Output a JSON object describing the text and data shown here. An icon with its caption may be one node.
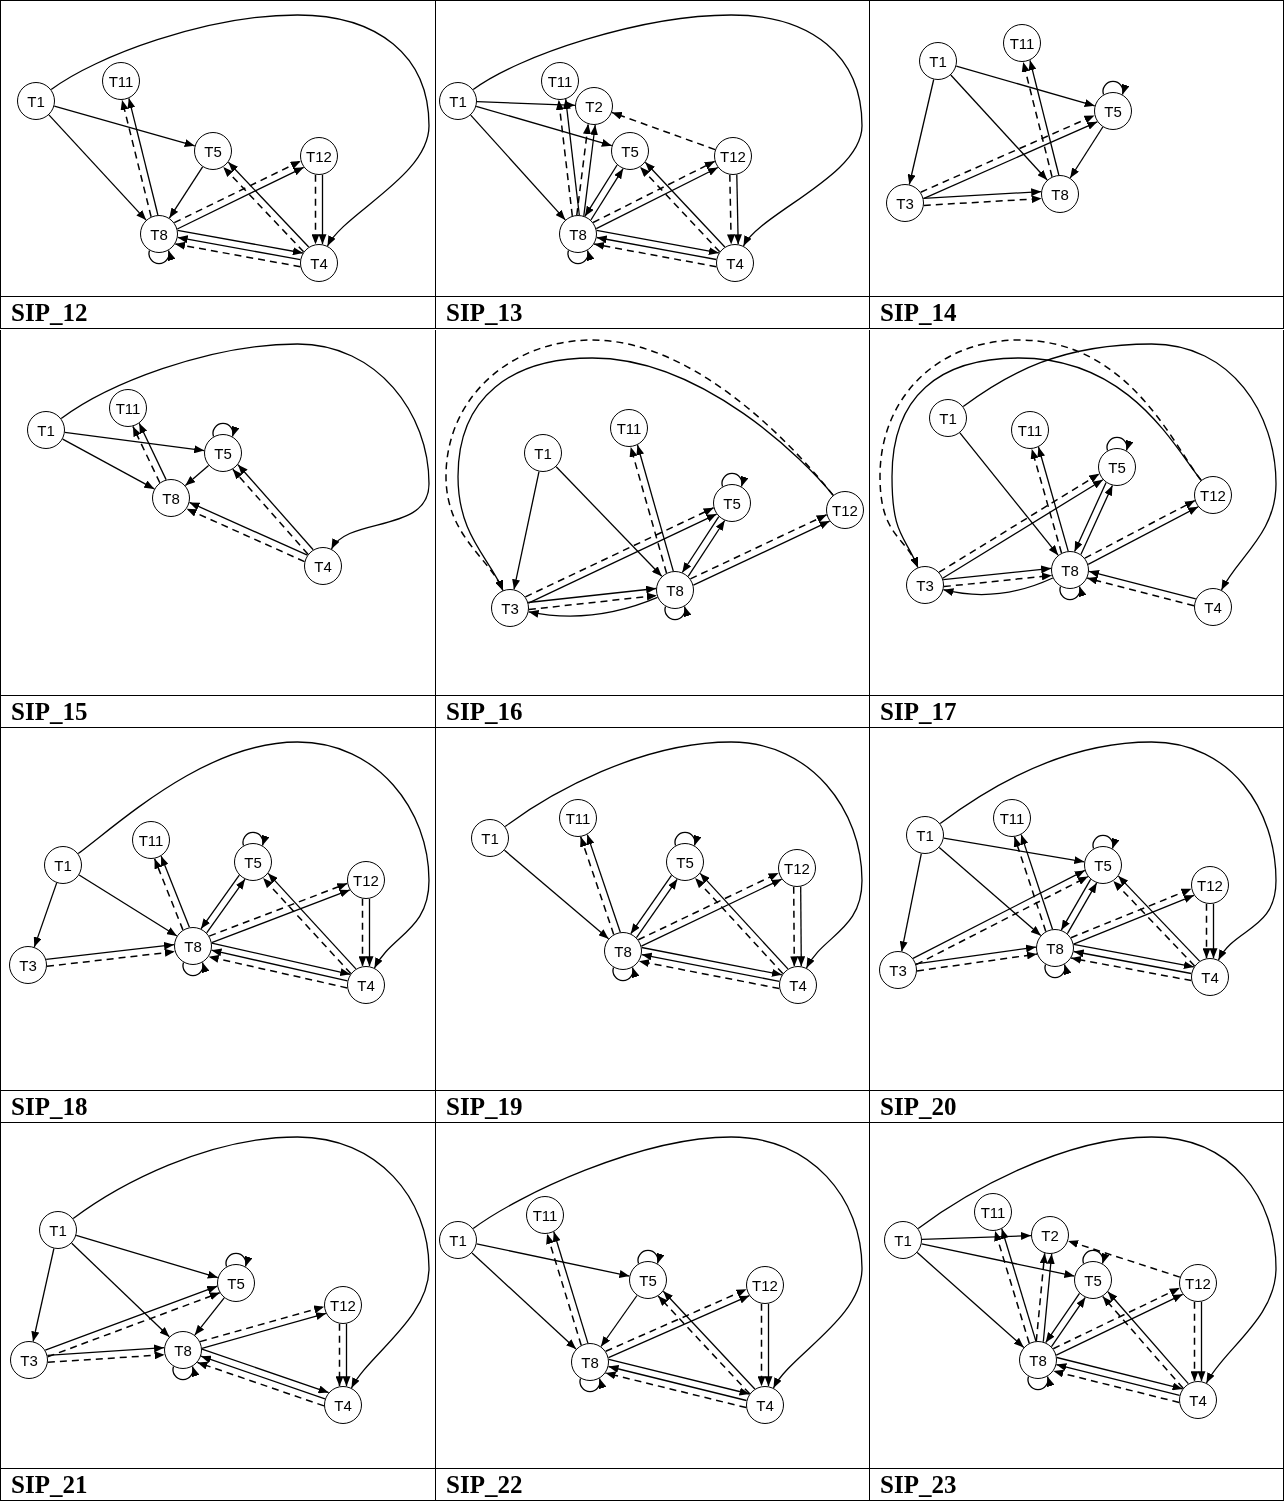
{
  "diagram": {
    "nodes": [
      {
        "text": [
          "SIP_12"
        ]
      },
      {
        "text": [
          "T1"
        ],
        "in": 0
      },
      {
        "text": [
          "T11"
        ],
        "in": 0
      },
      {
        "text": [
          "T5"
        ],
        "in": 0
      },
      {
        "text": [
          "T12"
        ],
        "in": 0
      },
      {
        "text": [
          "T8"
        ],
        "in": 0
      },
      {
        "text": [
          "T4"
        ],
        "in": 0
      },
      {
        "text": [
          "SIP_13"
        ]
      },
      {
        "text": [
          "T1"
        ],
        "in": 7
      },
      {
        "text": [
          "T11"
        ],
        "in": 7
      },
      {
        "text": [
          "T2"
        ],
        "in": 7
      },
      {
        "text": [
          "T5"
        ],
        "in": 7
      },
      {
        "text": [
          "T12"
        ],
        "in": 7
      },
      {
        "text": [
          "T8"
        ],
        "in": 7
      },
      {
        "text": [
          "T4"
        ],
        "in": 7
      },
      {
        "text": [
          "SIP_14"
        ]
      },
      {
        "text": [
          "T1"
        ],
        "in": 15
      },
      {
        "text": [
          "T11"
        ],
        "in": 15
      },
      {
        "text": [
          "T5"
        ],
        "in": 15
      },
      {
        "text": [
          "T3"
        ],
        "in": 15
      },
      {
        "text": [
          "T8"
        ],
        "in": 15
      },
      {
        "text": [
          "SIP_15"
        ]
      },
      {
        "text": [
          "T1"
        ],
        "in": 21
      },
      {
        "text": [
          "T11"
        ],
        "in": 21
      },
      {
        "text": [
          "T5"
        ],
        "in": 21
      },
      {
        "text": [
          "T8"
        ],
        "in": 21
      },
      {
        "text": [
          "T4"
        ],
        "in": 21
      },
      {
        "text": [
          "SIP_16"
        ]
      },
      {
        "text": [
          "T1"
        ],
        "in": 27
      },
      {
        "text": [
          "T11"
        ],
        "in": 27
      },
      {
        "text": [
          "T5"
        ],
        "in": 27
      },
      {
        "text": [
          "T12"
        ],
        "in": 27
      },
      {
        "text": [
          "T3"
        ],
        "in": 27
      },
      {
        "text": [
          "T8"
        ],
        "in": 27
      },
      {
        "text": [
          "SIP_17"
        ]
      },
      {
        "text": [
          "T1"
        ],
        "in": 34
      },
      {
        "text": [
          "T11"
        ],
        "in": 34
      },
      {
        "text": [
          "T5"
        ],
        "in": 34
      },
      {
        "text": [
          "T12"
        ],
        "in": 34
      },
      {
        "text": [
          "T3"
        ],
        "in": 34
      },
      {
        "text": [
          "T8"
        ],
        "in": 34
      },
      {
        "text": [
          "T4"
        ],
        "in": 34
      },
      {
        "text": [
          "SIP_18"
        ]
      },
      {
        "text": [
          "T1"
        ],
        "in": 42
      },
      {
        "text": [
          "T11"
        ],
        "in": 42
      },
      {
        "text": [
          "T5"
        ],
        "in": 42
      },
      {
        "text": [
          "T12"
        ],
        "in": 42
      },
      {
        "text": [
          "T3"
        ],
        "in": 42
      },
      {
        "text": [
          "T8"
        ],
        "in": 42
      },
      {
        "text": [
          "T4"
        ],
        "in": 42
      },
      {
        "text": [
          "SIP_19"
        ]
      },
      {
        "text": [
          "T1"
        ],
        "in": 50
      },
      {
        "text": [
          "T11"
        ],
        "in": 50
      },
      {
        "text": [
          "T5"
        ],
        "in": 50
      },
      {
        "text": [
          "T12"
        ],
        "in": 50
      },
      {
        "text": [
          "T8"
        ],
        "in": 50
      },
      {
        "text": [
          "T4"
        ],
        "in": 50
      },
      {
        "text": [
          "SIP_20"
        ]
      },
      {
        "text": [
          "T1"
        ],
        "in": 57
      },
      {
        "text": [
          "T11"
        ],
        "in": 57
      },
      {
        "text": [
          "T5"
        ],
        "in": 57
      },
      {
        "text": [
          "T12"
        ],
        "in": 57
      },
      {
        "text": [
          "T3"
        ],
        "in": 57
      },
      {
        "text": [
          "T8"
        ],
        "in": 57
      },
      {
        "text": [
          "T4"
        ],
        "in": 57
      },
      {
        "text": [
          "SIP_21"
        ]
      },
      {
        "text": [
          "T1"
        ],
        "in": 65
      },
      {
        "text": [
          "T5"
        ],
        "in": 65
      },
      {
        "text": [
          "T12"
        ],
        "in": 65
      },
      {
        "text": [
          "T3"
        ],
        "in": 65
      },
      {
        "text": [
          "T8"
        ],
        "in": 65
      },
      {
        "text": [
          "T4"
        ],
        "in": 65
      },
      {
        "text": [
          "SIP_22"
        ]
      },
      {
        "text": [
          "T1"
        ],
        "in": 72
      },
      {
        "text": [
          "T11"
        ],
        "in": 72
      },
      {
        "text": [
          "T5"
        ],
        "in": 72
      },
      {
        "text": [
          "T12"
        ],
        "in": 72
      },
      {
        "text": [
          "T8"
        ],
        "in": 72
      },
      {
        "text": [
          "T4"
        ],
        "in": 72
      },
      {
        "text": [
          "SIP_23"
        ]
      },
      {
        "text": [
          "T1"
        ],
        "in": 79
      },
      {
        "text": [
          "T11"
        ],
        "in": 79
      },
      {
        "text": [
          "T2"
        ],
        "in": 79
      },
      {
        "text": [
          "T5"
        ],
        "in": 79
      },
      {
        "text": [
          "T12"
        ],
        "in": 79
      },
      {
        "text": [
          "T8"
        ],
        "in": 79
      },
      {
        "text": [
          "T4"
        ],
        "in": 79
      }
    ],
    "edges": [
      {
        "from": 1,
        "to": 6,
        "arrow": "to"
      },
      {
        "from": 1,
        "to": 3,
        "arrow": "to"
      },
      {
        "from": 1,
        "to": 5,
        "arrow": "to"
      },
      {
        "from": 5,
        "to": 2,
        "arrow": "to"
      },
      {
        "from": 5,
        "to": 2,
        "arrow": "to",
        "style": "dashed"
      },
      {
        "from": 3,
        "to": 5,
        "arrow": "to"
      },
      {
        "from": 5,
        "to": 4,
        "arrow": "to"
      },
      {
        "from": 5,
        "to": 4,
        "arrow": "to",
        "style": "dashed"
      },
      {
        "from": 4,
        "to": 6,
        "arrow": "to"
      },
      {
        "from": 4,
        "to": 6,
        "arrow": "to",
        "style": "dashed"
      },
      {
        "from": 6,
        "to": 3,
        "arrow": "to"
      },
      {
        "from": 6,
        "to": 3,
        "arrow": "to",
        "style": "dashed"
      },
      {
        "from": 5,
        "to": 6,
        "arrow": "to"
      },
      {
        "from": 6,
        "to": 5,
        "arrow": "to"
      },
      {
        "from": 6,
        "to": 5,
        "arrow": "to",
        "style": "dashed"
      },
      {
        "from": 5,
        "to": 5,
        "arrow": "to"
      },
      {
        "from": 8,
        "to": 14,
        "arrow": "to"
      },
      {
        "from": 8,
        "to": 10,
        "arrow": "to"
      },
      {
        "from": 8,
        "to": 11,
        "arrow": "to"
      },
      {
        "from": 8,
        "to": 13,
        "arrow": "to"
      },
      {
        "from": 13,
        "to": 9,
        "arrow": "to"
      },
      {
        "from": 13,
        "to": 9,
        "arrow": "to",
        "style": "dashed"
      },
      {
        "from": 13,
        "to": 10,
        "arrow": "to"
      },
      {
        "from": 13,
        "to": 10,
        "arrow": "to",
        "style": "dashed"
      },
      {
        "from": 12,
        "to": 10,
        "arrow": "to",
        "style": "dashed"
      },
      {
        "from": 13,
        "to": 11,
        "arrow": "to"
      },
      {
        "from": 11,
        "to": 13,
        "arrow": "to"
      },
      {
        "from": 13,
        "to": 12,
        "arrow": "to"
      },
      {
        "from": 13,
        "to": 12,
        "arrow": "to",
        "style": "dashed"
      },
      {
        "from": 12,
        "to": 14,
        "arrow": "to"
      },
      {
        "from": 12,
        "to": 14,
        "arrow": "to",
        "style": "dashed"
      },
      {
        "from": 14,
        "to": 11,
        "arrow": "to"
      },
      {
        "from": 14,
        "to": 11,
        "arrow": "to",
        "style": "dashed"
      },
      {
        "from": 13,
        "to": 14,
        "arrow": "to"
      },
      {
        "from": 14,
        "to": 13,
        "arrow": "to"
      },
      {
        "from": 14,
        "to": 13,
        "arrow": "to",
        "style": "dashed"
      },
      {
        "from": 13,
        "to": 13,
        "arrow": "to"
      },
      {
        "from": 16,
        "to": 19,
        "arrow": "to"
      },
      {
        "from": 16,
        "to": 18,
        "arrow": "to"
      },
      {
        "from": 16,
        "to": 20,
        "arrow": "to"
      },
      {
        "from": 20,
        "to": 17,
        "arrow": "to"
      },
      {
        "from": 20,
        "to": 17,
        "arrow": "to",
        "style": "dashed"
      },
      {
        "from": 18,
        "to": 18,
        "arrow": "to"
      },
      {
        "from": 18,
        "to": 20,
        "arrow": "to"
      },
      {
        "from": 19,
        "to": 18,
        "arrow": "to"
      },
      {
        "from": 19,
        "to": 18,
        "arrow": "to",
        "style": "dashed"
      },
      {
        "from": 19,
        "to": 20,
        "arrow": "to"
      },
      {
        "from": 19,
        "to": 20,
        "arrow": "to",
        "style": "dashed"
      },
      {
        "from": 22,
        "to": 26,
        "arrow": "to"
      },
      {
        "from": 22,
        "to": 24,
        "arrow": "to"
      },
      {
        "from": 22,
        "to": 25,
        "arrow": "to"
      },
      {
        "from": 25,
        "to": 23,
        "arrow": "to"
      },
      {
        "from": 25,
        "to": 23,
        "arrow": "to",
        "style": "dashed"
      },
      {
        "from": 24,
        "to": 24,
        "arrow": "to"
      },
      {
        "from": 24,
        "to": 25,
        "arrow": "to"
      },
      {
        "from": 26,
        "to": 24,
        "arrow": "to"
      },
      {
        "from": 26,
        "to": 24,
        "arrow": "to",
        "style": "dashed"
      },
      {
        "from": 26,
        "to": 25,
        "arrow": "to"
      },
      {
        "from": 26,
        "to": 25,
        "arrow": "to",
        "style": "dashed"
      },
      {
        "from": 31,
        "to": 32,
        "arrow": "to"
      },
      {
        "from": 31,
        "to": 32,
        "arrow": "to",
        "style": "dashed"
      },
      {
        "from": 28,
        "to": 32,
        "arrow": "to"
      },
      {
        "from": 28,
        "to": 33,
        "arrow": "to"
      },
      {
        "from": 33,
        "to": 29,
        "arrow": "to"
      },
      {
        "from": 33,
        "to": 29,
        "arrow": "to",
        "style": "dashed"
      },
      {
        "from": 30,
        "to": 30,
        "arrow": "to"
      },
      {
        "from": 33,
        "to": 30,
        "arrow": "to"
      },
      {
        "from": 30,
        "to": 33,
        "arrow": "to"
      },
      {
        "from": 33,
        "to": 31,
        "arrow": "to"
      },
      {
        "from": 33,
        "to": 31,
        "arrow": "to",
        "style": "dashed"
      },
      {
        "from": 32,
        "to": 30,
        "arrow": "to"
      },
      {
        "from": 32,
        "to": 30,
        "arrow": "to",
        "style": "dashed"
      },
      {
        "from": 32,
        "to": 33,
        "arrow": "to"
      },
      {
        "from": 32,
        "to": 33,
        "arrow": "to",
        "style": "dashed"
      },
      {
        "from": 33,
        "to": 32,
        "arrow": "to"
      },
      {
        "from": 33,
        "to": 33,
        "arrow": "to"
      },
      {
        "from": 35,
        "to": 41,
        "arrow": "to"
      },
      {
        "from": 38,
        "to": 39,
        "arrow": "to"
      },
      {
        "from": 38,
        "to": 39,
        "arrow": "to",
        "style": "dashed"
      },
      {
        "from": 35,
        "to": 40,
        "arrow": "to"
      },
      {
        "from": 40,
        "to": 36,
        "arrow": "to"
      },
      {
        "from": 40,
        "to": 36,
        "arrow": "to",
        "style": "dashed"
      },
      {
        "from": 37,
        "to": 37,
        "arrow": "to"
      },
      {
        "from": 40,
        "to": 37,
        "arrow": "to"
      },
      {
        "from": 37,
        "to": 40,
        "arrow": "to"
      },
      {
        "from": 40,
        "to": 38,
        "arrow": "to"
      },
      {
        "from": 40,
        "to": 38,
        "arrow": "to",
        "style": "dashed"
      },
      {
        "from": 39,
        "to": 37,
        "arrow": "to"
      },
      {
        "from": 39,
        "to": 37,
        "arrow": "to",
        "style": "dashed"
      },
      {
        "from": 39,
        "to": 40,
        "arrow": "to"
      },
      {
        "from": 39,
        "to": 40,
        "arrow": "to",
        "style": "dashed"
      },
      {
        "from": 40,
        "to": 39,
        "arrow": "to"
      },
      {
        "from": 40,
        "to": 40,
        "arrow": "to"
      },
      {
        "from": 41,
        "to": 40,
        "arrow": "to"
      },
      {
        "from": 41,
        "to": 40,
        "arrow": "to",
        "style": "dashed"
      },
      {
        "from": 43,
        "to": 49,
        "arrow": "to"
      },
      {
        "from": 43,
        "to": 47,
        "arrow": "to"
      },
      {
        "from": 43,
        "to": 48,
        "arrow": "to"
      },
      {
        "from": 48,
        "to": 44,
        "arrow": "to"
      },
      {
        "from": 48,
        "to": 44,
        "arrow": "to",
        "style": "dashed"
      },
      {
        "from": 45,
        "to": 45,
        "arrow": "to"
      },
      {
        "from": 48,
        "to": 45,
        "arrow": "to"
      },
      {
        "from": 45,
        "to": 48,
        "arrow": "to"
      },
      {
        "from": 48,
        "to": 46,
        "arrow": "to"
      },
      {
        "from": 48,
        "to": 46,
        "arrow": "to",
        "style": "dashed"
      },
      {
        "from": 46,
        "to": 49,
        "arrow": "to"
      },
      {
        "from": 46,
        "to": 49,
        "arrow": "to",
        "style": "dashed"
      },
      {
        "from": 49,
        "to": 45,
        "arrow": "to"
      },
      {
        "from": 49,
        "to": 45,
        "arrow": "to",
        "style": "dashed"
      },
      {
        "from": 47,
        "to": 48,
        "arrow": "to"
      },
      {
        "from": 47,
        "to": 48,
        "arrow": "to",
        "style": "dashed"
      },
      {
        "from": 48,
        "to": 49,
        "arrow": "to"
      },
      {
        "from": 49,
        "to": 48,
        "arrow": "to"
      },
      {
        "from": 49,
        "to": 48,
        "arrow": "to",
        "style": "dashed"
      },
      {
        "from": 48,
        "to": 48,
        "arrow": "to"
      },
      {
        "from": 51,
        "to": 56,
        "arrow": "to"
      },
      {
        "from": 51,
        "to": 55,
        "arrow": "to"
      },
      {
        "from": 55,
        "to": 52,
        "arrow": "to"
      },
      {
        "from": 55,
        "to": 52,
        "arrow": "to",
        "style": "dashed"
      },
      {
        "from": 53,
        "to": 53,
        "arrow": "to"
      },
      {
        "from": 55,
        "to": 53,
        "arrow": "to"
      },
      {
        "from": 53,
        "to": 55,
        "arrow": "to"
      },
      {
        "from": 55,
        "to": 54,
        "arrow": "to"
      },
      {
        "from": 55,
        "to": 54,
        "arrow": "to",
        "style": "dashed"
      },
      {
        "from": 54,
        "to": 56,
        "arrow": "to"
      },
      {
        "from": 54,
        "to": 56,
        "arrow": "to",
        "style": "dashed"
      },
      {
        "from": 56,
        "to": 53,
        "arrow": "to"
      },
      {
        "from": 56,
        "to": 53,
        "arrow": "to",
        "style": "dashed"
      },
      {
        "from": 55,
        "to": 56,
        "arrow": "to"
      },
      {
        "from": 56,
        "to": 55,
        "arrow": "to"
      },
      {
        "from": 56,
        "to": 55,
        "arrow": "to",
        "style": "dashed"
      },
      {
        "from": 55,
        "to": 55,
        "arrow": "to"
      },
      {
        "from": 58,
        "to": 64,
        "arrow": "to"
      },
      {
        "from": 58,
        "to": 62,
        "arrow": "to"
      },
      {
        "from": 58,
        "to": 60,
        "arrow": "to"
      },
      {
        "from": 58,
        "to": 63,
        "arrow": "to"
      },
      {
        "from": 63,
        "to": 59,
        "arrow": "to"
      },
      {
        "from": 63,
        "to": 59,
        "arrow": "to",
        "style": "dashed"
      },
      {
        "from": 60,
        "to": 60,
        "arrow": "to"
      },
      {
        "from": 63,
        "to": 60,
        "arrow": "to"
      },
      {
        "from": 60,
        "to": 63,
        "arrow": "to"
      },
      {
        "from": 63,
        "to": 61,
        "arrow": "to"
      },
      {
        "from": 63,
        "to": 61,
        "arrow": "to",
        "style": "dashed"
      },
      {
        "from": 61,
        "to": 64,
        "arrow": "to"
      },
      {
        "from": 61,
        "to": 64,
        "arrow": "to",
        "style": "dashed"
      },
      {
        "from": 64,
        "to": 60,
        "arrow": "to"
      },
      {
        "from": 64,
        "to": 60,
        "arrow": "to",
        "style": "dashed"
      },
      {
        "from": 62,
        "to": 60,
        "arrow": "to",
        "style": "dashed"
      },
      {
        "from": 62,
        "to": 60,
        "arrow": "to"
      },
      {
        "from": 62,
        "to": 63,
        "arrow": "to"
      },
      {
        "from": 62,
        "to": 63,
        "arrow": "to",
        "style": "dashed"
      },
      {
        "from": 63,
        "to": 64,
        "arrow": "to"
      },
      {
        "from": 64,
        "to": 63,
        "arrow": "to"
      },
      {
        "from": 64,
        "to": 63,
        "arrow": "to",
        "style": "dashed"
      },
      {
        "from": 63,
        "to": 63,
        "arrow": "to"
      },
      {
        "from": 66,
        "to": 71,
        "arrow": "to"
      },
      {
        "from": 66,
        "to": 69,
        "arrow": "to"
      },
      {
        "from": 66,
        "to": 67,
        "arrow": "to"
      },
      {
        "from": 66,
        "to": 70,
        "arrow": "to"
      },
      {
        "from": 67,
        "to": 67,
        "arrow": "to"
      },
      {
        "from": 67,
        "to": 70,
        "arrow": "to"
      },
      {
        "from": 69,
        "to": 67,
        "arrow": "to",
        "style": "dashed"
      },
      {
        "from": 69,
        "to": 67,
        "arrow": "to"
      },
      {
        "from": 69,
        "to": 70,
        "arrow": "to"
      },
      {
        "from": 69,
        "to": 70,
        "arrow": "to",
        "style": "dashed"
      },
      {
        "from": 70,
        "to": 68,
        "arrow": "to"
      },
      {
        "from": 70,
        "to": 68,
        "arrow": "to",
        "style": "dashed"
      },
      {
        "from": 68,
        "to": 71,
        "arrow": "to"
      },
      {
        "from": 68,
        "to": 71,
        "arrow": "to",
        "style": "dashed"
      },
      {
        "from": 70,
        "to": 71,
        "arrow": "to"
      },
      {
        "from": 71,
        "to": 70,
        "arrow": "to"
      },
      {
        "from": 71,
        "to": 70,
        "arrow": "to",
        "style": "dashed"
      },
      {
        "from": 70,
        "to": 70,
        "arrow": "to"
      },
      {
        "from": 73,
        "to": 78,
        "arrow": "to"
      },
      {
        "from": 73,
        "to": 75,
        "arrow": "to"
      },
      {
        "from": 73,
        "to": 77,
        "arrow": "to"
      },
      {
        "from": 77,
        "to": 74,
        "arrow": "to"
      },
      {
        "from": 77,
        "to": 74,
        "arrow": "to",
        "style": "dashed"
      },
      {
        "from": 75,
        "to": 75,
        "arrow": "to"
      },
      {
        "from": 75,
        "to": 77,
        "arrow": "to"
      },
      {
        "from": 77,
        "to": 76,
        "arrow": "to"
      },
      {
        "from": 77,
        "to": 76,
        "arrow": "to",
        "style": "dashed"
      },
      {
        "from": 76,
        "to": 78,
        "arrow": "to"
      },
      {
        "from": 76,
        "to": 78,
        "arrow": "to",
        "style": "dashed"
      },
      {
        "from": 78,
        "to": 75,
        "arrow": "to"
      },
      {
        "from": 78,
        "to": 75,
        "arrow": "to",
        "style": "dashed"
      },
      {
        "from": 77,
        "to": 78,
        "arrow": "to"
      },
      {
        "from": 78,
        "to": 77,
        "arrow": "to"
      },
      {
        "from": 78,
        "to": 77,
        "arrow": "to",
        "style": "dashed"
      },
      {
        "from": 77,
        "to": 77,
        "arrow": "to"
      },
      {
        "from": 80,
        "to": 86,
        "arrow": "to"
      },
      {
        "from": 80,
        "to": 82,
        "arrow": "to"
      },
      {
        "from": 80,
        "to": 83,
        "arrow": "to"
      },
      {
        "from": 80,
        "to": 85,
        "arrow": "to"
      },
      {
        "from": 85,
        "to": 81,
        "arrow": "to"
      },
      {
        "from": 85,
        "to": 81,
        "arrow": "to",
        "style": "dashed"
      },
      {
        "from": 85,
        "to": 82,
        "arrow": "to"
      },
      {
        "from": 85,
        "to": 82,
        "arrow": "to",
        "style": "dashed"
      },
      {
        "from": 84,
        "to": 82,
        "arrow": "to",
        "style": "dashed"
      },
      {
        "from": 83,
        "to": 83,
        "arrow": "to"
      },
      {
        "from": 85,
        "to": 83,
        "arrow": "to"
      },
      {
        "from": 83,
        "to": 85,
        "arrow": "to"
      },
      {
        "from": 85,
        "to": 84,
        "arrow": "to"
      },
      {
        "from": 85,
        "to": 84,
        "arrow": "to",
        "style": "dashed"
      },
      {
        "from": 84,
        "to": 86,
        "arrow": "to"
      },
      {
        "from": 84,
        "to": 86,
        "arrow": "to",
        "style": "dashed"
      },
      {
        "from": 86,
        "to": 83,
        "arrow": "to"
      },
      {
        "from": 86,
        "to": 83,
        "arrow": "to",
        "style": "dashed"
      },
      {
        "from": 85,
        "to": 86,
        "arrow": "to"
      },
      {
        "from": 86,
        "to": 85,
        "arrow": "to"
      },
      {
        "from": 86,
        "to": 85,
        "arrow": "to",
        "style": "dashed"
      },
      {
        "from": 85,
        "to": 85,
        "arrow": "to"
      }
    ]
  }
}
